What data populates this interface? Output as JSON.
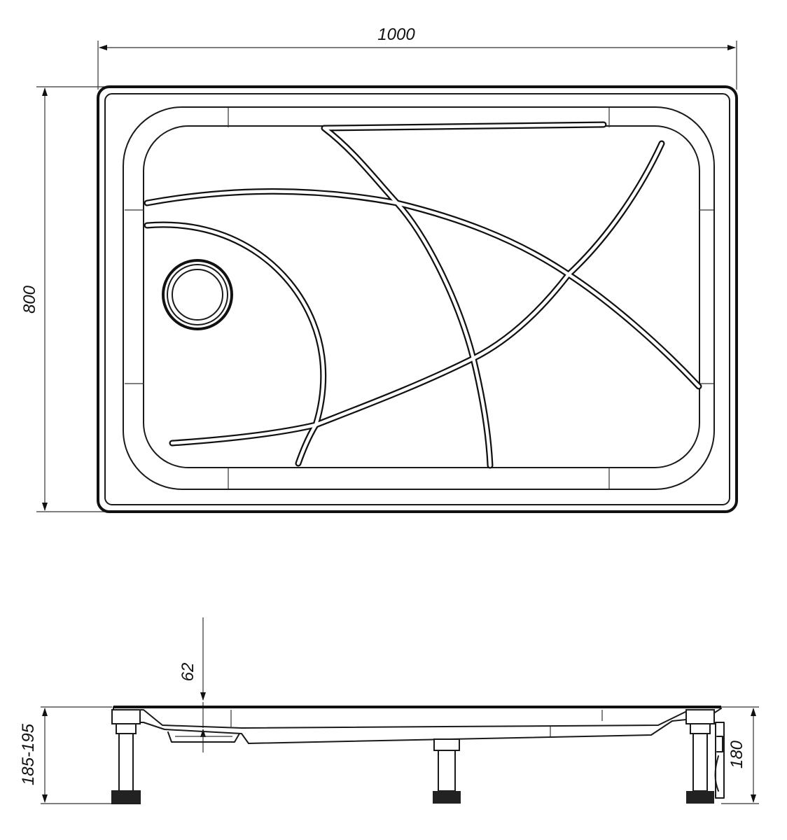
{
  "dimensions": {
    "width_label": "1000",
    "depth_label": "800",
    "tray_depth_label": "62",
    "leg_height_label": "185-195",
    "total_height_label": "180"
  },
  "colors": {
    "line": "#111111",
    "background": "#ffffff"
  }
}
